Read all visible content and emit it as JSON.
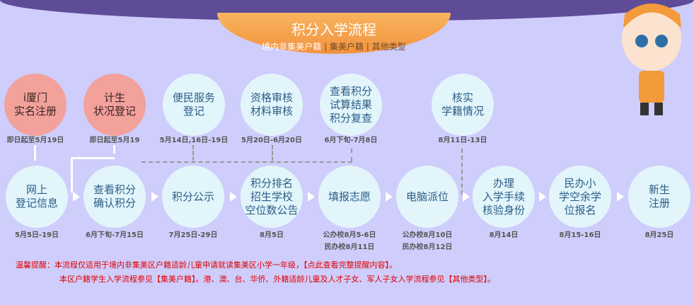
{
  "banner": {
    "title": "积分入学流程",
    "tabs": [
      "境内非集美户籍",
      "集美户籍",
      "其他类型"
    ],
    "sep": "|"
  },
  "top_steps": [
    {
      "label": "i厦门\n实名注册",
      "date": "即日起至5月19日"
    },
    {
      "label": "计生\n状况登记",
      "date": "即日起至5月19"
    },
    {
      "label": "便民服务\n登记",
      "date": "5月14日,16日-19日"
    },
    {
      "label": "资格审核\n材料审核",
      "date": "5月20日-6月20日"
    },
    {
      "label": "查看积分\n试算结果\n积分复查",
      "date": "6月下旬-7月8日"
    },
    {
      "label": "核实\n学籍情况",
      "date": "8月11日-13日"
    }
  ],
  "bottom_steps": [
    {
      "label": "网上\n登记信息",
      "date": "5月5日-19日"
    },
    {
      "label": "查看积分\n确认积分",
      "date": "6月下旬-7月15日"
    },
    {
      "label": "积分公示",
      "date": "7月25日-29日"
    },
    {
      "label": "积分排名\n招生学校\n空位数公告",
      "date": "8月5日"
    },
    {
      "label": "填报志愿",
      "date": "公办校8月5-6日\n民办校8月11日"
    },
    {
      "label": "电脑派位",
      "date": "公办校8月10日\n民办校8月12日"
    },
    {
      "label": "办理\n入学手续\n核验身份",
      "date": "8月14日"
    },
    {
      "label": "民办小\n学空余学\n位报名",
      "date": "8月15-16日"
    },
    {
      "label": "新生\n注册",
      "date": "8月25日"
    }
  ],
  "notes": {
    "line1": "温馨提醒：本流程仅适用于境内非集美区户籍适龄儿童申请就读集美区小学一年级，【点此查看完整提醒内容】。",
    "line2": "本区户籍学生入学流程参见【集美户籍】。港、澳、台、华侨、外籍适龄儿童及人才子女、军人子女入学流程参见【其他类型】。"
  }
}
